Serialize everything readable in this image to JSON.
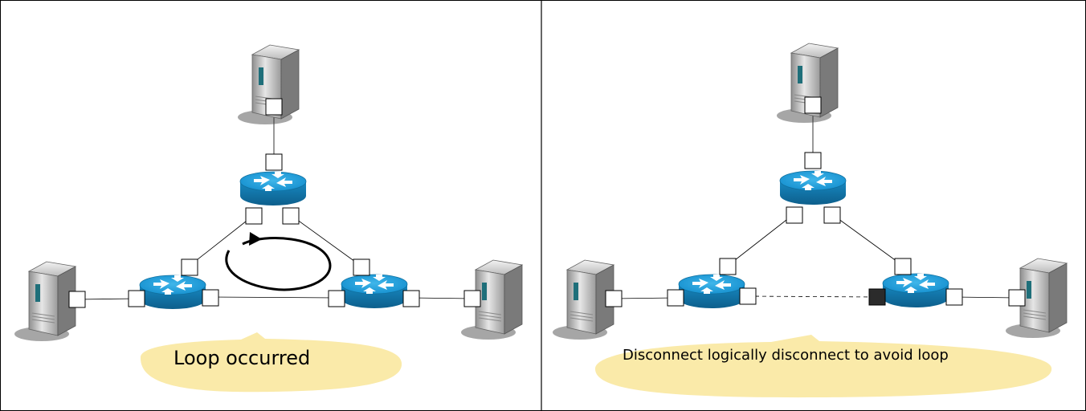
{
  "panels": [
    {
      "id": "left",
      "caption": "Loop occurred",
      "state": "loop",
      "blocked_link": null
    },
    {
      "id": "right",
      "caption": "Disconnect logically disconnect to avoid loop",
      "state": "blocked",
      "blocked_link": "left-router-to-right-router"
    }
  ],
  "colors": {
    "router_blue": "#1a9ad6",
    "router_dark": "#0f6f9e",
    "port_open": "#ffffff",
    "port_blocked": "#2b2b2b",
    "callout": "#faeaa9",
    "server_grey": "#bdbdbd",
    "frame": "#000000"
  },
  "icons": {
    "router": "router-icon",
    "server": "server-icon",
    "loop": "loop-arrow-icon"
  }
}
